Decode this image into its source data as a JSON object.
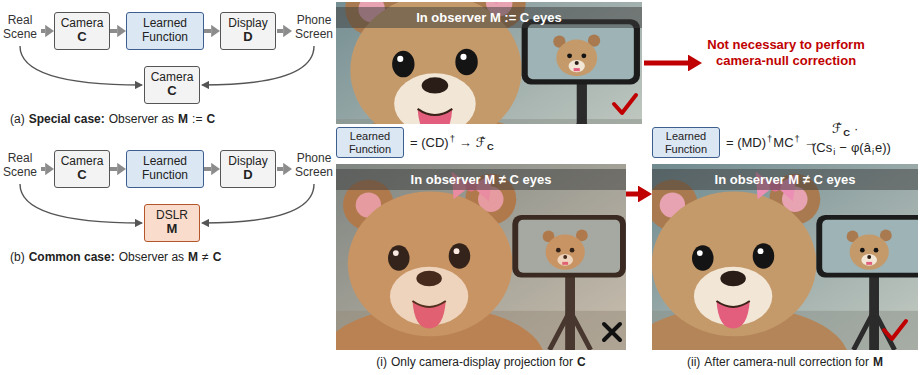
{
  "diagram": {
    "nodes": [
      {
        "text": [
          "Camera",
          "C"
        ]
      },
      {
        "text": [
          "Learned Function"
        ]
      },
      {
        "text": [
          "Display",
          "D"
        ]
      },
      {
        "text": [
          "Camera",
          "C"
        ]
      },
      {
        "text": [
          "Camera",
          "C"
        ]
      },
      {
        "text": [
          "Learned Function"
        ]
      },
      {
        "text": [
          "Display",
          "D"
        ]
      },
      {
        "text": [
          "DSLR",
          "M"
        ]
      },
      {
        "text": [
          "In observer M := C eyes"
        ]
      },
      {
        "text": [
          "Learned Function"
        ]
      },
      {
        "text": [
          "Learned Function"
        ]
      },
      {
        "text": [
          "In observer M ≠ C eyes"
        ]
      },
      {
        "text": [
          "In observer M ≠ C eyes"
        ]
      }
    ],
    "edges": [
      {
        "from": 0,
        "to": 1,
        "arrow": "to"
      },
      {
        "from": 1,
        "to": 2,
        "arrow": "to"
      },
      {
        "from": 4,
        "to": 5,
        "arrow": "to"
      },
      {
        "from": 5,
        "to": 6,
        "arrow": "to"
      },
      {
        "from": 11,
        "to": 12,
        "arrow": "to"
      }
    ],
    "labels": [
      "Real Scene",
      "Phone Screen",
      "(a)",
      "Special case:",
      "Observer as",
      "M",
      ":=",
      "C",
      "Real Scene",
      "Phone Screen",
      "(b)",
      "Common case:",
      "Observer as",
      "M",
      "≠",
      "C",
      "Not necessary to perform camera-null correction",
      "= (CD)",
      "†",
      "→",
      "ℱ̂",
      "C",
      "= (MD)",
      "†",
      "MC",
      "†",
      "→",
      "ℱ̂",
      "C",
      "·",
      "(Cs",
      "i",
      "−",
      "φ(â",
      "i",
      "e))",
      "(i)",
      "Only camera-display projection for",
      "C",
      "(ii)",
      "After camera-null correction for",
      "M"
    ]
  }
}
